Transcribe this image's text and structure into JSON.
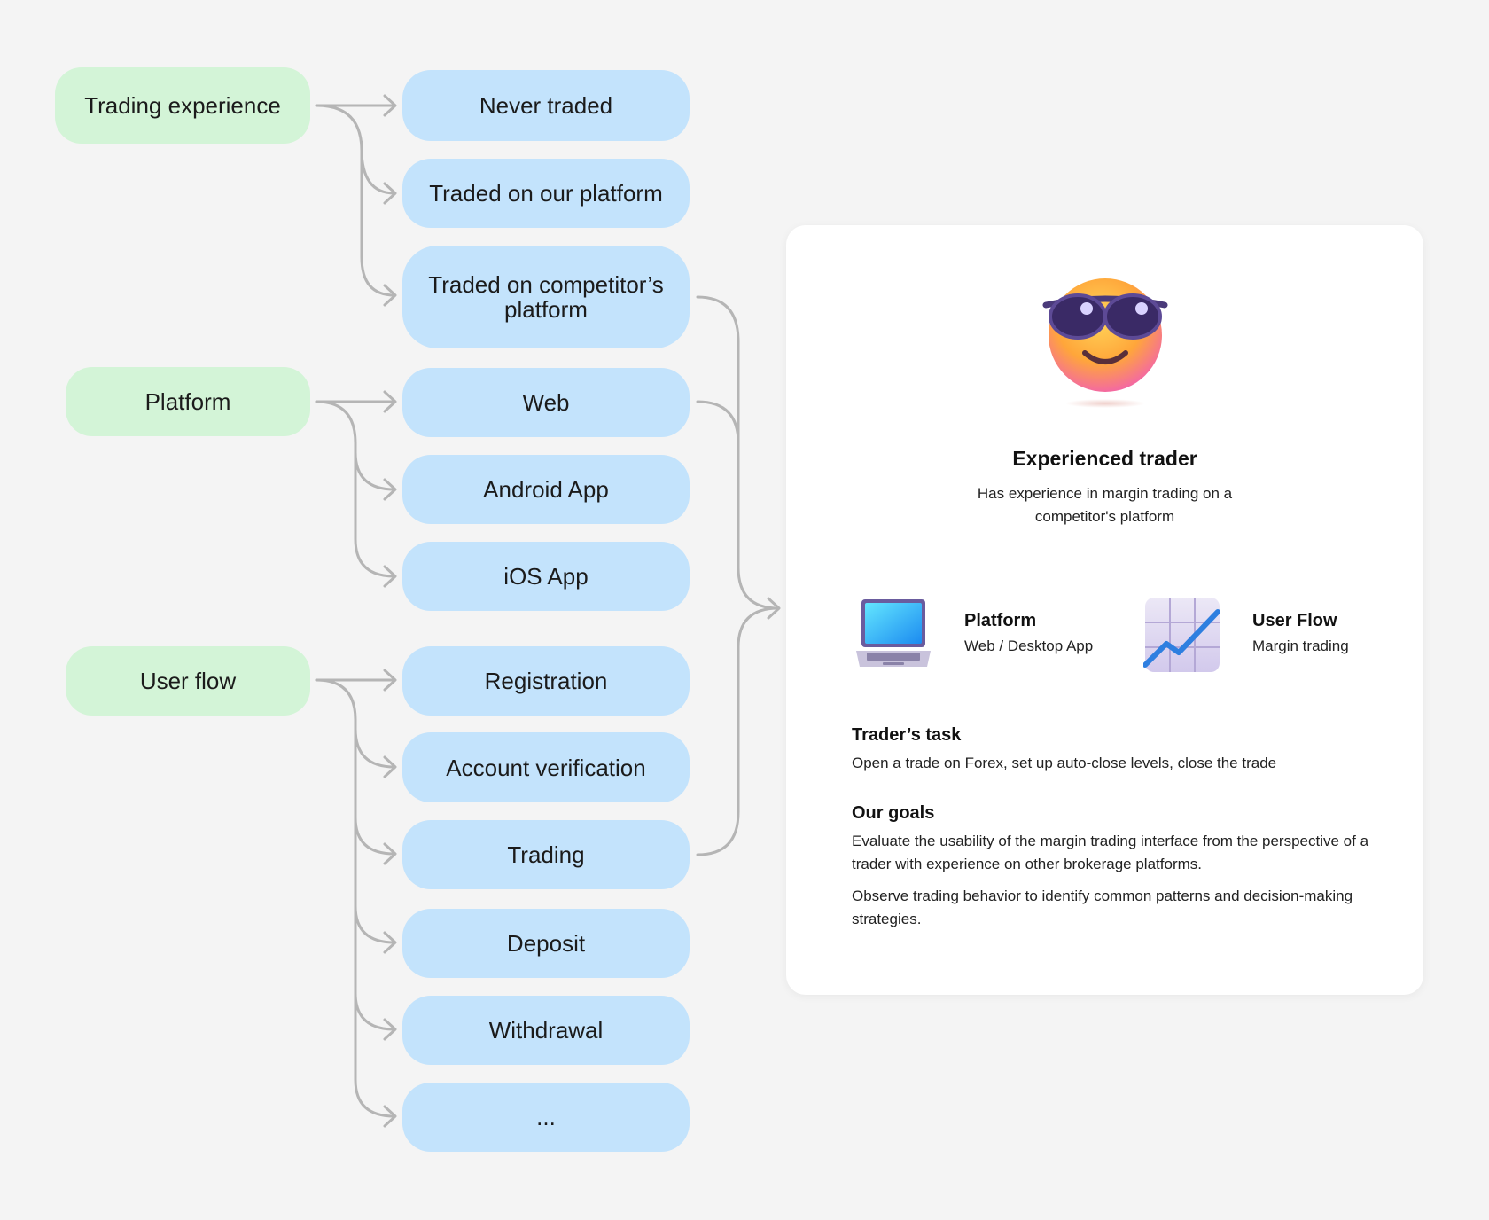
{
  "categories": [
    {
      "label": "Trading experience"
    },
    {
      "label": "Platform"
    },
    {
      "label": "User flow"
    }
  ],
  "options": {
    "trading_experience": [
      "Never traded",
      "Traded on our platform",
      "Traded on competitor’s platform"
    ],
    "platform": [
      "Web",
      "Android App",
      "iOS App"
    ],
    "user_flow": [
      "Registration",
      "Account verification",
      "Trading",
      "Deposit",
      "Withdrawal",
      "..."
    ]
  },
  "persona": {
    "emoji": "smiling-face-with-sunglasses-icon",
    "title": "Experienced trader",
    "description": "Has experience in margin trading on a competitor's platform"
  },
  "meta": {
    "platform": {
      "icon": "laptop-icon",
      "label": "Platform",
      "value": "Web / Desktop App"
    },
    "user_flow": {
      "icon": "chart-increasing-icon",
      "label": "User Flow",
      "value": "Margin trading"
    }
  },
  "task": {
    "title": "Trader’s task",
    "text": "Open a trade on Forex, set up auto-close levels, close the trade"
  },
  "goals": {
    "title": "Our goals",
    "items": [
      "Evaluate the usability of the margin trading interface from the perspective of a trader with experience on other brokerage platforms.",
      "Observe trading behavior to identify common patterns and decision-making strategies."
    ]
  },
  "colors": {
    "background": "#f4f4f4",
    "category_fill": "#d3f4d7",
    "option_fill": "#c3e3fc",
    "connector": "#b5b5b5",
    "card": "#ffffff"
  }
}
